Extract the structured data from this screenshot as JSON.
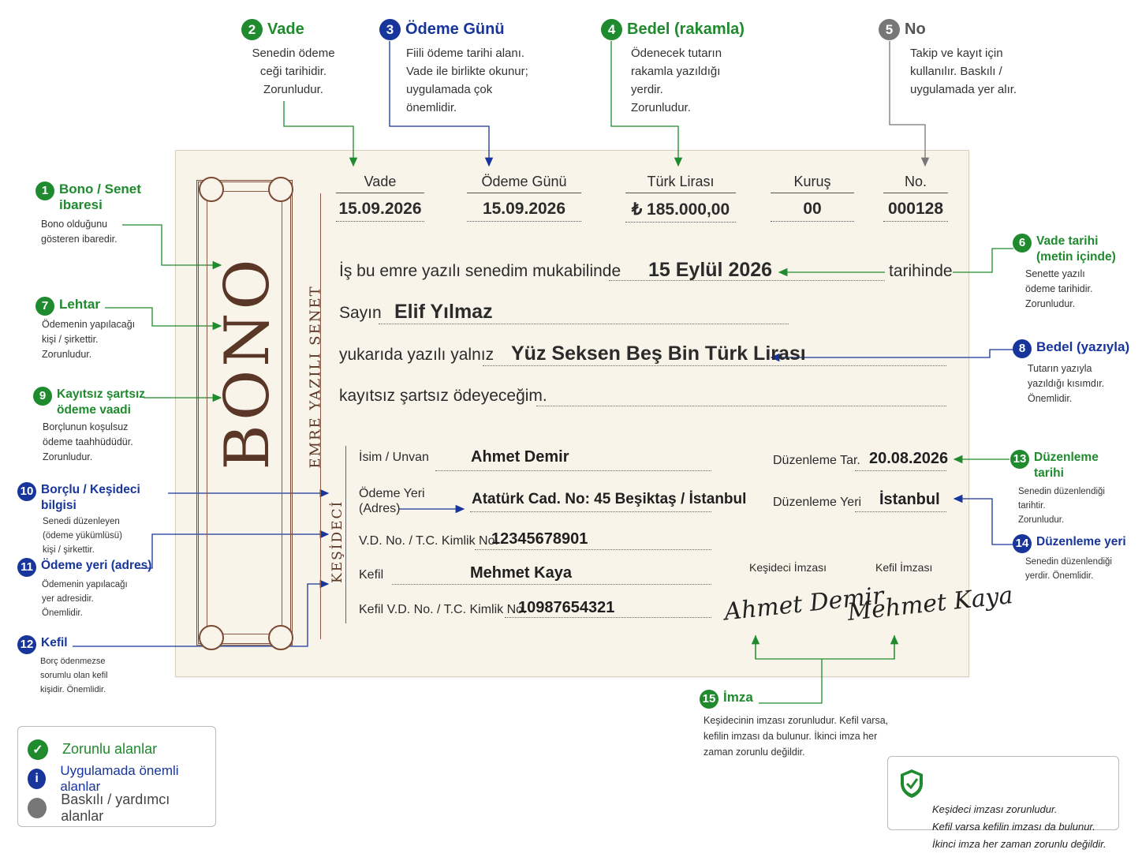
{
  "callouts": {
    "c1": {
      "num": "1",
      "title": "Bono / Senet\nibaresi",
      "desc": "Bono olduğunu\ngösteren ibaredir.",
      "color": "#1f8a2e"
    },
    "c2": {
      "num": "2",
      "title": "Vade",
      "desc": "Senedin ödeme\nceği tarihidir.\nZorunludur.",
      "color": "#1f8a2e"
    },
    "c3": {
      "num": "3",
      "title": "Ödeme Günü",
      "desc": "Fiili ödeme tarihi alanı.\nVade ile birlikte okunur;\nuygulamada çok\nönemlidir.",
      "color": "#17359a"
    },
    "c4": {
      "num": "4",
      "title": "Bedel (rakamla)",
      "desc": "Ödenecek tutarın\nrakamla yazıldığı\nyerdir.\nZorunludur.",
      "color": "#1f8a2e"
    },
    "c5": {
      "num": "5",
      "title": "No",
      "desc": "Takip ve kayıt için\nkullanılır. Baskılı /\nuygulamada yer alır.",
      "color": "#777777"
    },
    "c6": {
      "num": "6",
      "title": "Vade tarihi\n(metin içinde)",
      "desc": "Senette yazılı\nödeme tarihidir.\nZorunludur.",
      "color": "#1f8a2e"
    },
    "c7": {
      "num": "7",
      "title": "Lehtar",
      "desc": "Ödemenin yapılacağı\nkişi / şirkettir.\nZorunludur.",
      "color": "#1f8a2e"
    },
    "c8": {
      "num": "8",
      "title": "Bedel (yazıyla)",
      "desc": "Tutarın yazıyla\nyazıldığı kısımdır.\nÖnemlidir.",
      "color": "#17359a"
    },
    "c9": {
      "num": "9",
      "title": "Kayıtsız şartsız\nödeme vaadi",
      "desc": "Borçlunun koşulsuz\nödeme taahhüdüdür.\nZorunludur.",
      "color": "#1f8a2e"
    },
    "c10": {
      "num": "10",
      "title": "Borçlu / Keşideci bilgisi",
      "desc": "Senedi düzenleyen\n(ödeme yükümlüsü)\nkişi / şirkettir.",
      "color": "#17359a"
    },
    "c11": {
      "num": "11",
      "title": "Ödeme yeri (adres)",
      "desc": "Ödemenin yapılacağı\nyer adresidir.\nÖnemlidir.",
      "color": "#17359a"
    },
    "c12": {
      "num": "12",
      "title": "Kefil",
      "desc": "Borç ödenmezse\nsorumlu olan kefil\nkişidir. Önemlidir.",
      "color": "#17359a"
    },
    "c13": {
      "num": "13",
      "title": "Düzenleme tarihi",
      "desc": "Senedin düzenlendiği\ntarihtir.\nZorunludur.",
      "color": "#1f8a2e"
    },
    "c14": {
      "num": "14",
      "title": "Düzenleme yeri",
      "desc": "Senedin düzenlendiği\nyerdir. Önemlidir.",
      "color": "#17359a"
    },
    "c15": {
      "num": "15",
      "title": "İmza",
      "desc": "Keşidecinin imzası zorunludur. Kefil varsa,\nkefilin imzası da bulunur. İkinci imza her\nzaman zorunlu değildir.",
      "color": "#1f8a2e"
    }
  },
  "note": {
    "bono_word": "BONO",
    "side_text": "EMRE YAZILI SENET",
    "kesideci_vertical": "KEŞİDECİ",
    "headers": {
      "vade": {
        "label": "Vade",
        "value": "15.09.2026"
      },
      "odeme_gunu": {
        "label": "Ödeme Günü",
        "value": "15.09.2026"
      },
      "turk_lirasi": {
        "label": "Türk  Lirası",
        "value": "₺ 185.000,00"
      },
      "kurus": {
        "label": "Kuruş",
        "value": "00"
      },
      "no": {
        "label": "No.",
        "value": "000128"
      }
    },
    "line1_prefix": "İş  bu  emre  yazılı  senedim  mukabilinde",
    "line1_date": "15  Eylül  2026",
    "line1_suffix": "tarihinde",
    "line2_prefix": "Sayın",
    "line2_name": "Elif Yılmaz",
    "line3_prefix": "yukarıda  yazılı  yalnız",
    "line3_amount": "Yüz Seksen Beş Bin Türk Lirası",
    "line4": "kayıtsız  şartsız  ödeyeceğim.",
    "fields": {
      "isim_label": "İsim / Unvan",
      "isim_value": "Ahmet Demir",
      "odeme_yeri_label": "Ödeme Yeri\n(Adres)",
      "odeme_yeri_value": "Atatürk Cad. No: 45 Beşiktaş / İstanbul",
      "vd_label": "V.D. No. / T.C. Kimlik No.",
      "vd_value": "12345678901",
      "kefil_label": "Kefil",
      "kefil_value": "Mehmet Kaya",
      "kefil_vd_label": "Kefil V.D. No. / T.C. Kimlik No.",
      "kefil_vd_value": "10987654321",
      "duzenleme_tar_label": "Düzenleme Tar.",
      "duzenleme_tar_value": "20.08.2026",
      "duzenleme_yeri_label": "Düzenleme Yeri",
      "duzenleme_yeri_value": "İstanbul",
      "kesideci_imza_label": "Keşideci İmzası",
      "kefil_imza_label": "Kefil  İmzası",
      "kesideci_sig": "Ahmet Demir",
      "kefil_sig": "Mehmet Kaya"
    }
  },
  "legend": {
    "required": "Zorunlu alanlar",
    "important": "Uygulamada önemli alanlar",
    "printed": "Baskılı / yardımcı alanlar",
    "required_icon": "check-icon",
    "important_icon": "info-icon",
    "printed_icon": "gray-dot-icon"
  },
  "infobox": {
    "text": "Keşideci imzası zorunludur.\nKefil varsa kefilin imzası da bulunur.\nİkinci imza her zaman zorunlu değildir.",
    "icon": "shield-check-icon"
  },
  "colors": {
    "green": "#1f8a2e",
    "blue": "#17359a",
    "gray": "#777777",
    "brown": "#5a3626",
    "paper": "#f8f4ea"
  }
}
